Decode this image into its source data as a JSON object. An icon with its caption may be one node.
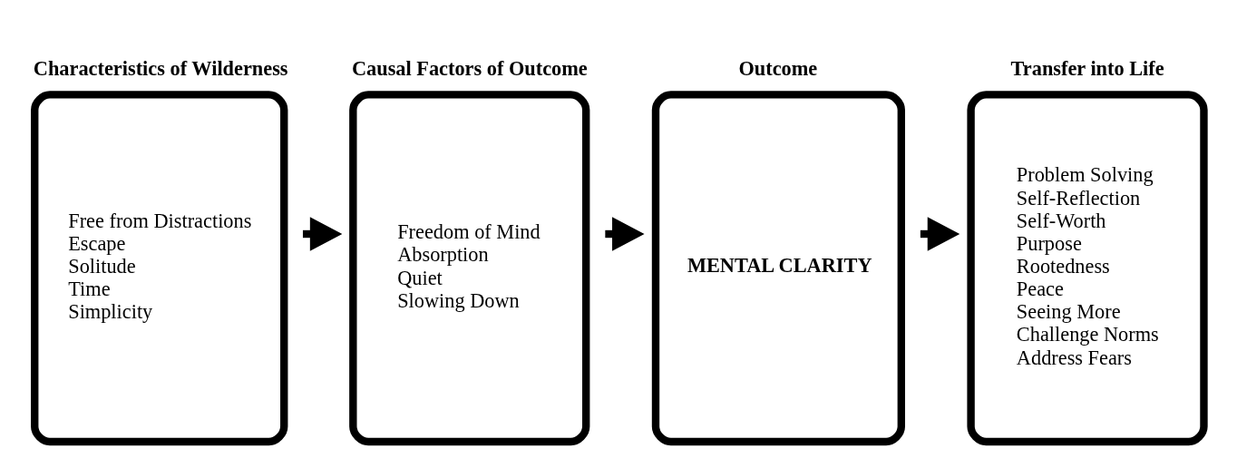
{
  "diagram": {
    "nodes": [
      {
        "text": [
          "Characteristics of Wilderness",
          "Free from Distractions",
          "Escape",
          "Solitude",
          "Time",
          "Simplicity"
        ]
      },
      {
        "text": [
          "Causal Factors of Outcome",
          "Freedom of Mind",
          "Absorption",
          "Quiet",
          "Slowing Down"
        ]
      },
      {
        "text": [
          "Outcome",
          "MENTAL CLARITY"
        ]
      },
      {
        "text": [
          "Transfer into Life",
          "Problem Solving",
          "Self-Reflection",
          "Self-Worth",
          "Purpose",
          "Rootedness",
          "Peace",
          "Seeing More",
          "Challenge Norms",
          "Address Fears"
        ]
      }
    ],
    "edges": [
      {
        "from": 0,
        "to": 1,
        "arrow": "to"
      },
      {
        "from": 1,
        "to": 2,
        "arrow": "to"
      },
      {
        "from": 2,
        "to": 3,
        "arrow": "to"
      }
    ]
  }
}
